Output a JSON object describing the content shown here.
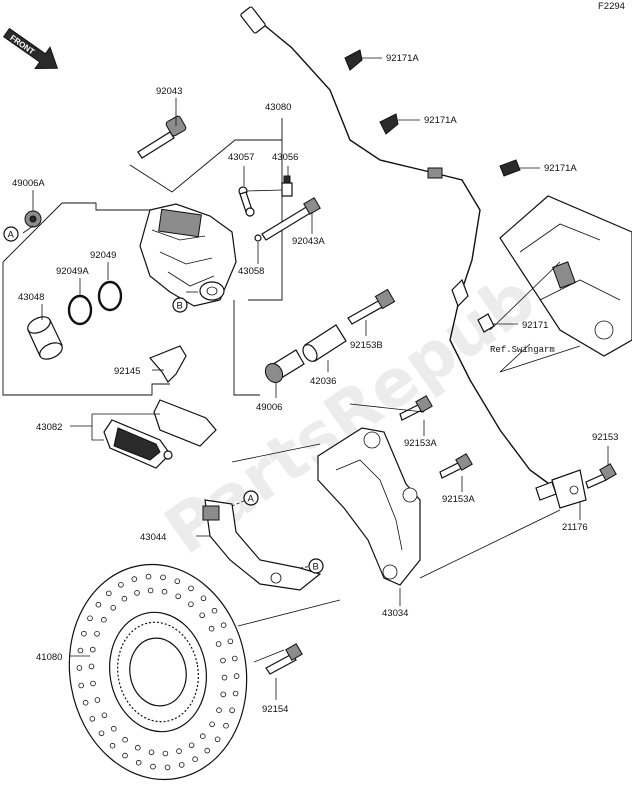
{
  "figure_id": "F2294",
  "orientation_badge": "FRONT",
  "watermark": "PartsRepublik",
  "ref_marks": [
    "A",
    "B"
  ],
  "reference_note": "Ref.Swingarm",
  "parts": [
    {
      "key": "p92043",
      "label": "92043"
    },
    {
      "key": "p43080",
      "label": "43080"
    },
    {
      "key": "p43057",
      "label": "43057"
    },
    {
      "key": "p43056",
      "label": "43056"
    },
    {
      "key": "p49006A",
      "label": "49006A"
    },
    {
      "key": "p92049",
      "label": "92049"
    },
    {
      "key": "p92049A",
      "label": "92049A"
    },
    {
      "key": "p43048",
      "label": "43048"
    },
    {
      "key": "p92043A",
      "label": "92043A"
    },
    {
      "key": "p43058",
      "label": "43058"
    },
    {
      "key": "p92145",
      "label": "92145"
    },
    {
      "key": "p92171A_1",
      "label": "92171A"
    },
    {
      "key": "p92171A_2",
      "label": "92171A"
    },
    {
      "key": "p92171A_3",
      "label": "92171A"
    },
    {
      "key": "p92171",
      "label": "92171"
    },
    {
      "key": "p92153B",
      "label": "92153B"
    },
    {
      "key": "p42036",
      "label": "42036"
    },
    {
      "key": "p49006",
      "label": "49006"
    },
    {
      "key": "p43082",
      "label": "43082"
    },
    {
      "key": "p92153A_1",
      "label": "92153A"
    },
    {
      "key": "p92153A_2",
      "label": "92153A"
    },
    {
      "key": "p92153",
      "label": "92153"
    },
    {
      "key": "p21176",
      "label": "21176"
    },
    {
      "key": "p43044",
      "label": "43044"
    },
    {
      "key": "p43034",
      "label": "43034"
    },
    {
      "key": "p41080",
      "label": "41080"
    },
    {
      "key": "p92154",
      "label": "92154"
    }
  ]
}
